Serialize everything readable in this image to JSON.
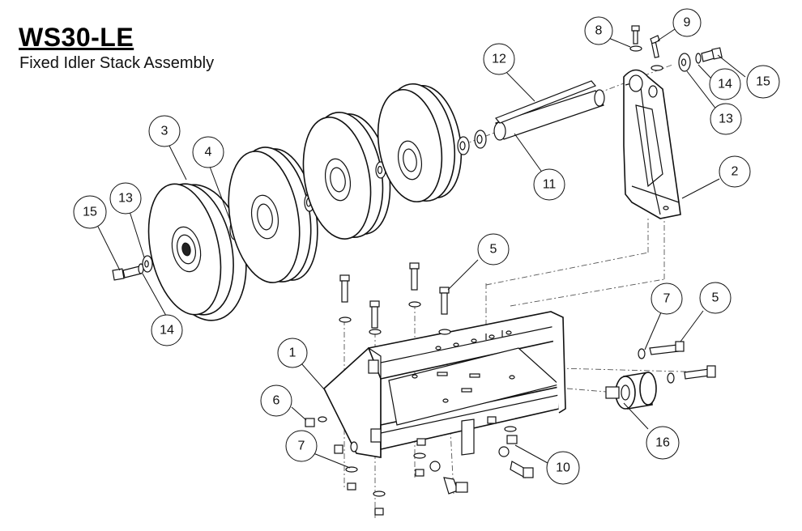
{
  "header": {
    "title": "WS30-LE",
    "subtitle": "Fixed Idler Stack Assembly"
  },
  "callouts": [
    {
      "id": "c8",
      "label": "8"
    },
    {
      "id": "c9",
      "label": "9"
    },
    {
      "id": "c15a",
      "label": "15"
    },
    {
      "id": "c14a",
      "label": "14"
    },
    {
      "id": "c13a",
      "label": "13"
    },
    {
      "id": "c12",
      "label": "12"
    },
    {
      "id": "c11",
      "label": "11"
    },
    {
      "id": "c2",
      "label": "2"
    },
    {
      "id": "c3",
      "label": "3"
    },
    {
      "id": "c4",
      "label": "4"
    },
    {
      "id": "c13b",
      "label": "13"
    },
    {
      "id": "c15b",
      "label": "15"
    },
    {
      "id": "c14b",
      "label": "14"
    },
    {
      "id": "c5a",
      "label": "5"
    },
    {
      "id": "c1",
      "label": "1"
    },
    {
      "id": "c6",
      "label": "6"
    },
    {
      "id": "c7a",
      "label": "7"
    },
    {
      "id": "c7b",
      "label": "7"
    },
    {
      "id": "c5b",
      "label": "5"
    },
    {
      "id": "c16",
      "label": "16"
    },
    {
      "id": "c10",
      "label": "10"
    }
  ]
}
